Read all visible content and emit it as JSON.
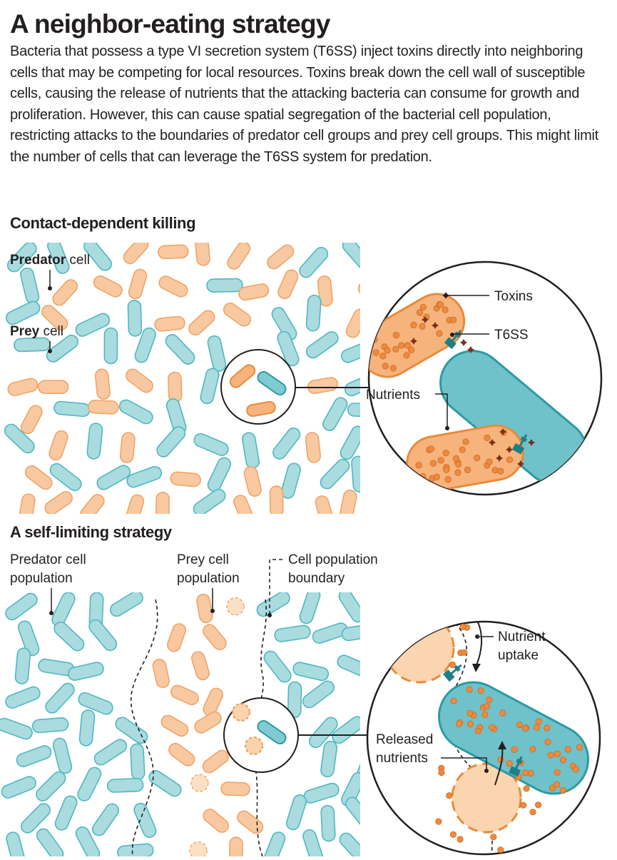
{
  "title": "A neighbor-eating strategy",
  "intro": "Bacteria that possess a type VI secretion system (T6SS) inject toxins directly into neighboring cells that may be competing for local resources. Toxins break down the cell wall of susceptible cells, causing the release of nutrients that the attacking bacteria can consume for growth and proliferation. However, this can cause spatial segregation of the bacterial cell population, restricting attacks to the boundaries of predator cell groups and prey cell groups. This might limit the number of cells that can leverage the T6SS system for predation.",
  "section1": {
    "title": "Contact-dependent killing",
    "predator_label_bold": "Predator",
    "predator_label_rest": " cell",
    "prey_label_bold": "Prey",
    "prey_label_rest": " cell",
    "toxins_label": "Toxins",
    "t6ss_label": "T6SS",
    "nutrients_label": "Nutrients"
  },
  "section2": {
    "title": "A self-limiting strategy",
    "predator_population_line1": "Predator cell",
    "predator_population_line2": "population",
    "prey_population_line1": "Prey cell",
    "prey_population_line2": "population",
    "boundary_line1": "Cell population",
    "boundary_line2": "boundary",
    "uptake_line1": "Nutrient",
    "uptake_line2": "uptake",
    "released_line1": "Released",
    "released_line2": "nutrients"
  },
  "colors": {
    "predator_fill": "#a9dbdf",
    "predator_stroke": "#4fb8c1",
    "prey_fill": "#f8c9a0",
    "prey_stroke": "#f0a468",
    "toxin": "#7a2e1b",
    "nutrient": "#ee8a3e",
    "syringe": "#1f8a91"
  }
}
